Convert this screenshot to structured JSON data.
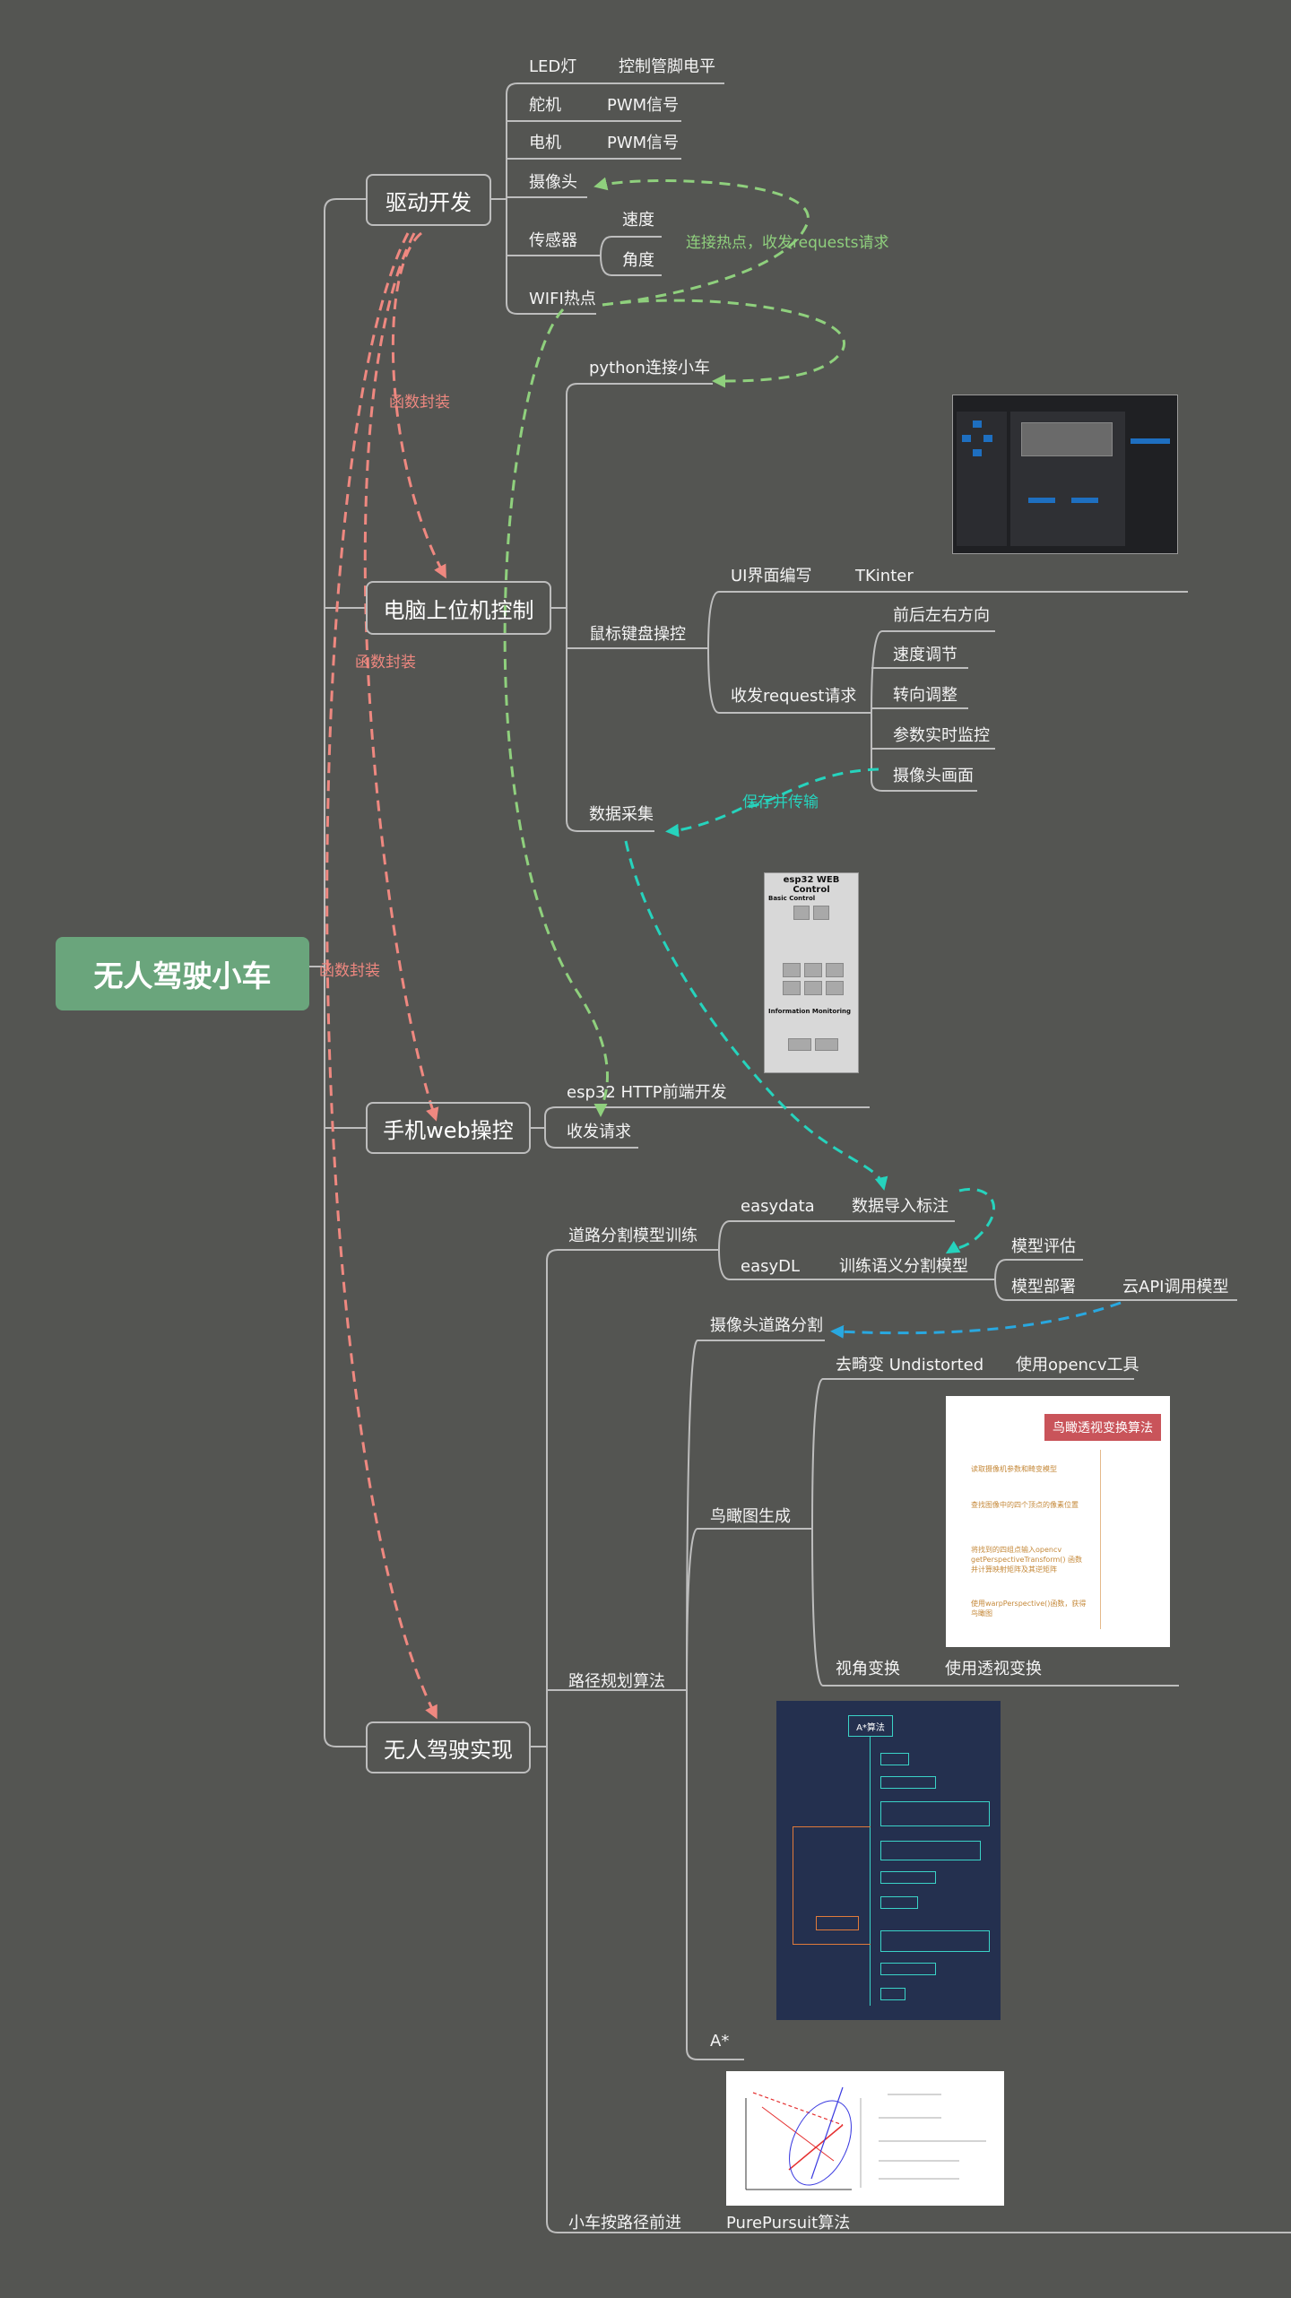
{
  "root": "无人驾驶小车",
  "branches": {
    "driver": "驱动开发",
    "pc": "电脑上位机控制",
    "web": "手机web操控",
    "auto": "无人驾驶实现"
  },
  "driver": {
    "led": "LED灯",
    "led_sub": "控制管脚电平",
    "servo": "舵机",
    "servo_sub": "PWM信号",
    "motor": "电机",
    "motor_sub": "PWM信号",
    "camera": "摄像头",
    "sensor": "传感器",
    "speed": "速度",
    "angle": "角度",
    "wifi": "WIFI热点"
  },
  "pc": {
    "python": "python连接小车",
    "mouse": "鼠标键盘操控",
    "ui": "UI界面编写",
    "tkinter": "TKinter",
    "request": "收发request请求",
    "dir": "前后左右方向",
    "speed": "速度调节",
    "turn": "转向调整",
    "monitor": "参数实时监控",
    "cam": "摄像头画面",
    "collect": "数据采集"
  },
  "web": {
    "esp": "esp32 HTTP前端开发",
    "req": "收发请求"
  },
  "auto": {
    "seg": "道路分割模型训练",
    "easydata": "easydata",
    "label": "数据导入标注",
    "easydl": "easyDL",
    "train": "训练语义分割模型",
    "eval": "模型评估",
    "deploy": "模型部署",
    "cloud": "云API调用模型",
    "path": "路径规划算法",
    "camseg": "摄像头道路分割",
    "bird": "鸟瞰图生成",
    "undist": "去畸变 Undistorted",
    "opencv": "使用opencv工具",
    "view": "视角变换",
    "persp": "使用透视变换",
    "astar": "A*",
    "follow": "小车按路径前进",
    "pp": "PurePursuit算法"
  },
  "notes": {
    "hotspot": "连接热点，收发requests请求",
    "wrap1": "函数封装",
    "wrap2": "函数封装",
    "wrap3": "函数封装",
    "save": "保存并传输"
  },
  "images": {
    "esp_title": "esp32 WEB Control",
    "esp_basic": "Basic Control",
    "esp_info": "Information Monitoring",
    "bird_title": "鸟瞰透视变换算法",
    "bird_steps": [
      "读取摄像机参数和畸变模型",
      "查找图像中的四个顶点的像素位置",
      "将找到的四组点输入opencv getPerspectiveTransform() 函数并计算映射矩阵及其逆矩阵",
      "使用warpPerspective()函数，获得鸟瞰图"
    ],
    "astar_title": "A*算法"
  },
  "colors": {
    "bg": "#545552",
    "root": "#6aa57c",
    "green": "#8fd07d",
    "red": "#ef8880",
    "cyan": "#26d3bd",
    "blue": "#29a8e0",
    "line": "#bdbdbd"
  }
}
